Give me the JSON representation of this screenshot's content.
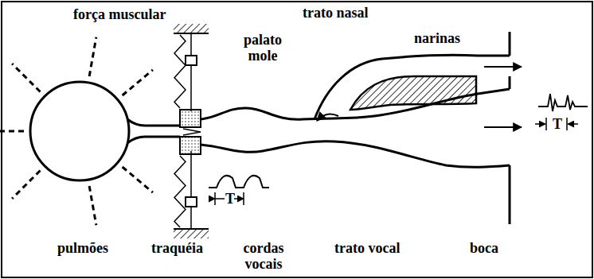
{
  "diagram": {
    "labels": [
      "força muscular",
      "trato nasal",
      "palato mole",
      "narinas",
      "pulmões",
      "traquéia",
      "cordas vocais",
      "trato vocal",
      "boca",
      "T",
      "T"
    ]
  }
}
